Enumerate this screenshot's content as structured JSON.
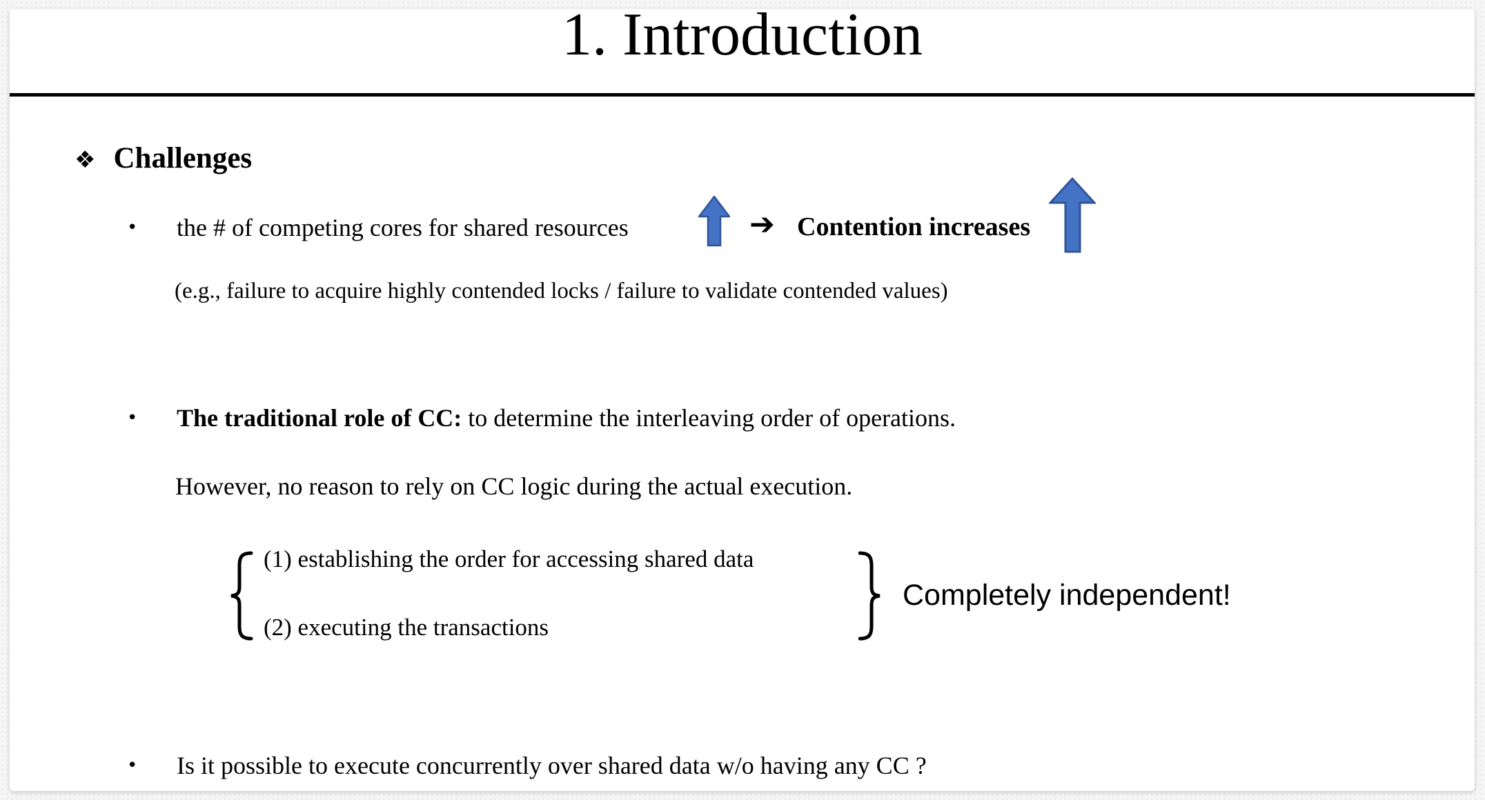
{
  "colors": {
    "arrow_fill": "#4472C4",
    "arrow_stroke": "#2F5496"
  },
  "slide": {
    "title": "1. Introduction",
    "heading": {
      "icon": "❖",
      "label": "Challenges"
    },
    "bullets": {
      "marker": "•",
      "b1": {
        "text": "the # of competing cores for shared resources",
        "arrow": "➔",
        "emphasis": "Contention increases"
      },
      "b1_note": "(e.g., failure to acquire highly contended locks / failure to validate contended values)",
      "b2": {
        "bold": "The traditional role of CC:",
        "rest": " to determine the interleaving order of operations.",
        "line2": "However, no reason to rely on CC logic during the actual execution."
      },
      "b3": "Is it possible to execute concurrently over shared data w/o having any CC ?"
    },
    "brace_group": {
      "items": [
        "(1) establishing the order for accessing shared data",
        "(2) executing the transactions"
      ],
      "label": "Completely independent!"
    }
  }
}
